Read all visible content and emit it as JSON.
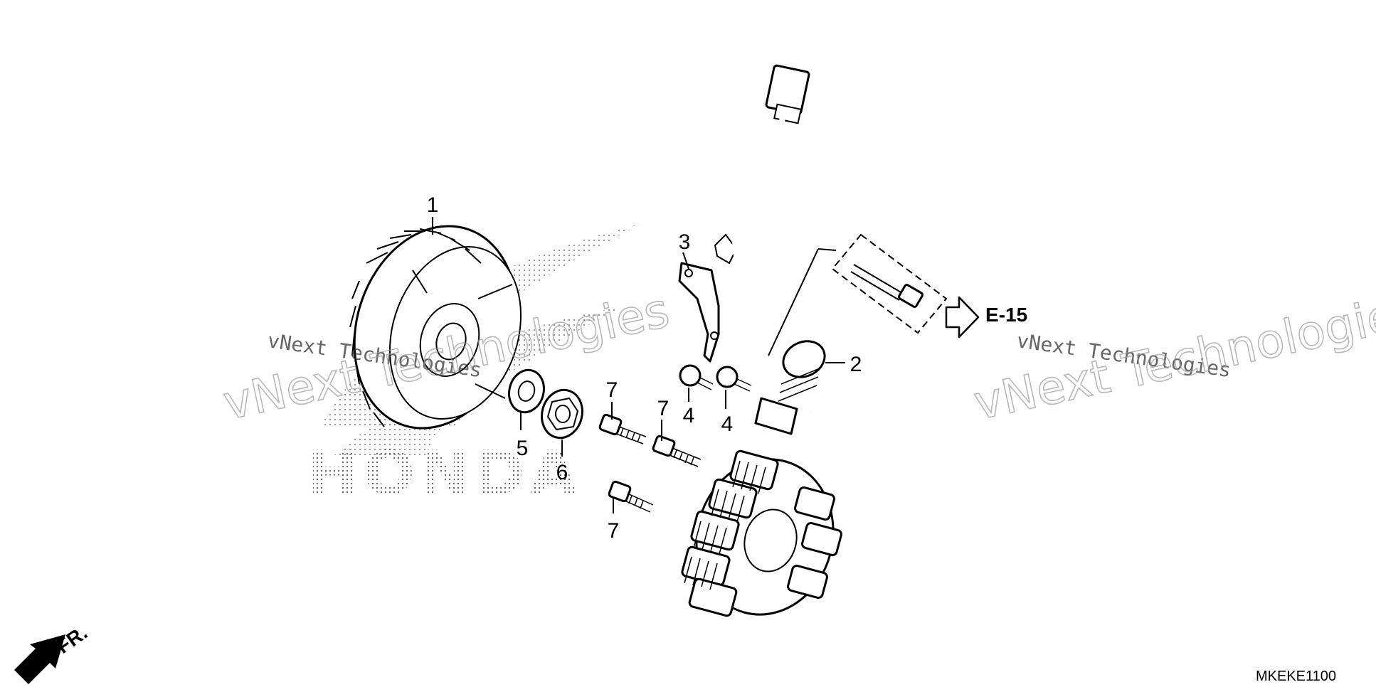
{
  "callouts": {
    "c1": "1",
    "c2": "2",
    "c3": "3",
    "c4a": "4",
    "c4b": "4",
    "c5": "5",
    "c6": "6",
    "c7a": "7",
    "c7b": "7",
    "c7c": "7"
  },
  "reference": {
    "label": "E-15"
  },
  "orientation": {
    "label": "FR."
  },
  "diagram_code": "MKEKE1100",
  "watermarks": {
    "left_small": "vNext Technologies",
    "left_big": "vNext Technologies",
    "right_small": "vNext Technologies",
    "right_big": "vNext Technologies"
  },
  "background_brand": "HONDA",
  "icons": {
    "fr_arrow": "arrow-down-left-icon",
    "ref_arrow": "hollow-arrow-right-icon"
  },
  "colors": {
    "line": "#000000",
    "background": "#ffffff",
    "watermark": "#9a9a9a"
  }
}
